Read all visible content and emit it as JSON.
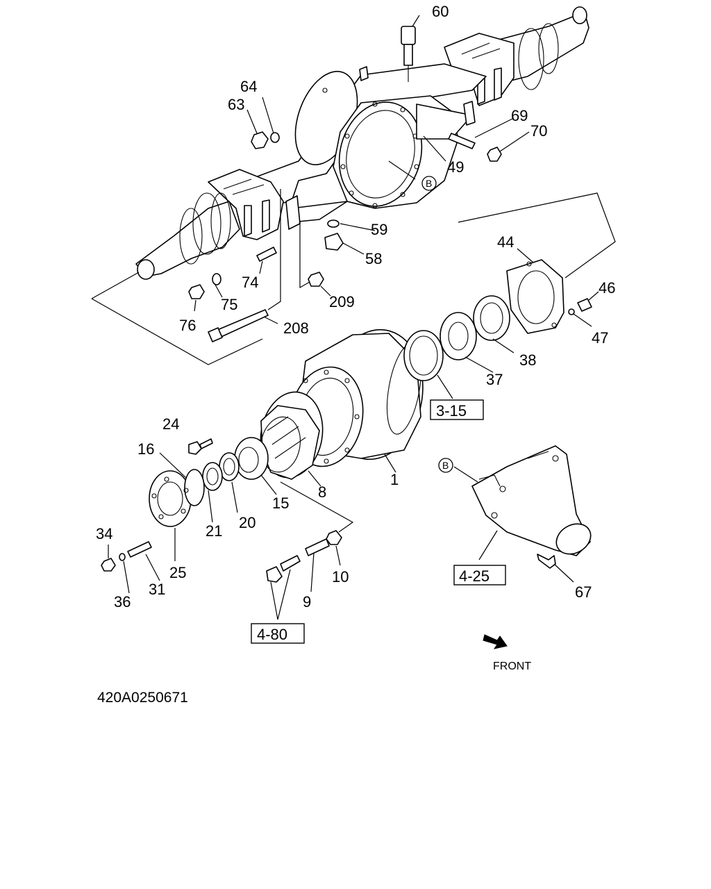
{
  "callouts": [
    "60",
    "64",
    "63",
    "69",
    "70",
    "49",
    "59",
    "58",
    "44",
    "46",
    "47",
    "74",
    "75",
    "76",
    "208",
    "209",
    "38",
    "37",
    "24",
    "16",
    "1",
    "8",
    "15",
    "20",
    "21",
    "34",
    "31",
    "25",
    "36",
    "10",
    "9",
    "67"
  ],
  "refs": [
    "3-15",
    "4-80",
    "4-25"
  ],
  "view_marks": [
    "B",
    "B"
  ],
  "front_label": "FRONT",
  "drawing_code": "420A0250671"
}
